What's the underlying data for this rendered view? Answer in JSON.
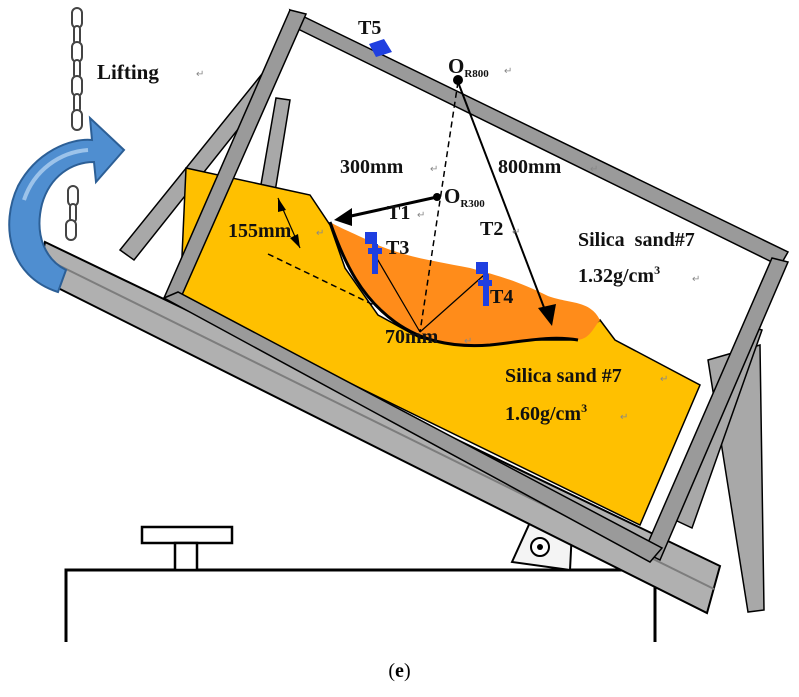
{
  "labels": {
    "lifting": "Lifting",
    "t5": "T5",
    "o_r800": "O",
    "o_r800_sub": "R800",
    "mm300": "300mm",
    "mm800": "800mm",
    "o_r300": "O",
    "o_r300_sub": "R300",
    "t1": "T1",
    "t2": "T2",
    "t3": "T3",
    "t4": "T4",
    "mm155": "155mm",
    "mm70": "70mm",
    "upper_sand_name": "Silica  sand#7",
    "upper_sand_density": "1.32g/cm",
    "upper_sand_exp": "3",
    "lower_sand_name": "Silica sand #7",
    "lower_sand_density": "1.60g/cm",
    "lower_sand_exp": "3",
    "para_mark": "↵"
  },
  "caption": {
    "open": "(",
    "letter": "e",
    "close": ")"
  },
  "colors": {
    "sand_dense": "#ffc000",
    "sand_loose": "#ff8c1a",
    "frame": "#9a9a9a",
    "frame_dark": "#555555",
    "arrow_fill": "#4f8ed0",
    "arrow_dark": "#2c5f96",
    "sensor": "#1f3fe0"
  }
}
